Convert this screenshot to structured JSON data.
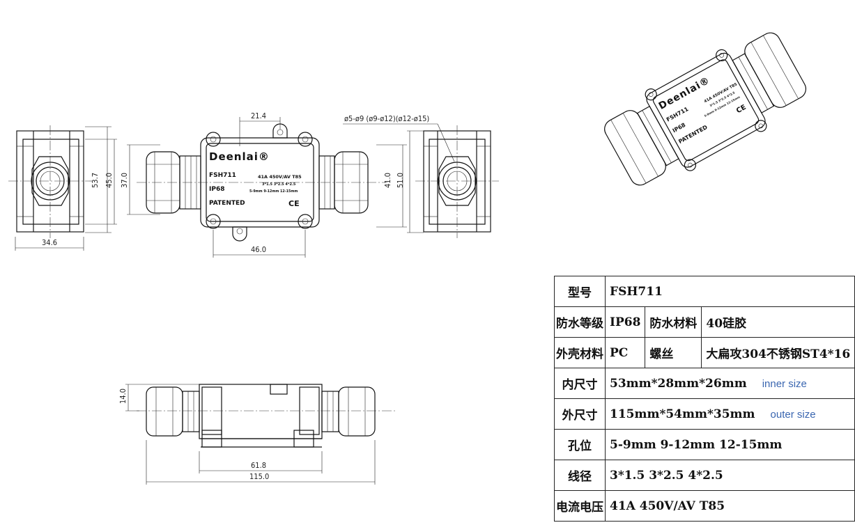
{
  "drawing": {
    "dimensions": {
      "d_21_4": "21.4",
      "d_hole_range": "ø5-ø9 (ø9-ø12)(ø12-ø15)",
      "d_53_7": "53.7",
      "d_45_0": "45.0",
      "d_37_0": "37.0",
      "d_41_0": "41.0",
      "d_51_0": "51.0",
      "d_34_6": "34.6",
      "d_46_0": "46.0",
      "d_14_0": "14.0",
      "d_61_8": "61.8",
      "d_115_0": "115.0"
    },
    "label": {
      "brand": "Deenlai®",
      "model": "FSH711",
      "rating": "41A 450V/AV T85",
      "wires": "3*1.5  3*2.5  4*2.5",
      "ranges": "5-9mm  9-12mm  12-15mm",
      "ip": "IP68",
      "patented": "PATENTED",
      "ce": "CE"
    }
  },
  "spec_table": {
    "rows": [
      {
        "header": "型号",
        "value": "FSH711"
      },
      {
        "header": "防水等级",
        "value": "IP68",
        "header2": "防水材料",
        "value2": "40硅胶"
      },
      {
        "header": "外壳材料",
        "value": "PC",
        "header2": "螺丝",
        "value2": "大扁攻304不锈钢ST4*16"
      },
      {
        "header": "内尺寸",
        "value": "53mm*28mm*26mm",
        "note": "inner size"
      },
      {
        "header": "外尺寸",
        "value": "115mm*54mm*35mm",
        "note": "outer size"
      },
      {
        "header": "孔位",
        "value": "5-9mm 9-12mm 12-15mm"
      },
      {
        "header": "线径",
        "value": "3*1.5 3*2.5 4*2.5"
      },
      {
        "header": "电流电压",
        "value": "41A 450V/AV T85"
      }
    ]
  }
}
